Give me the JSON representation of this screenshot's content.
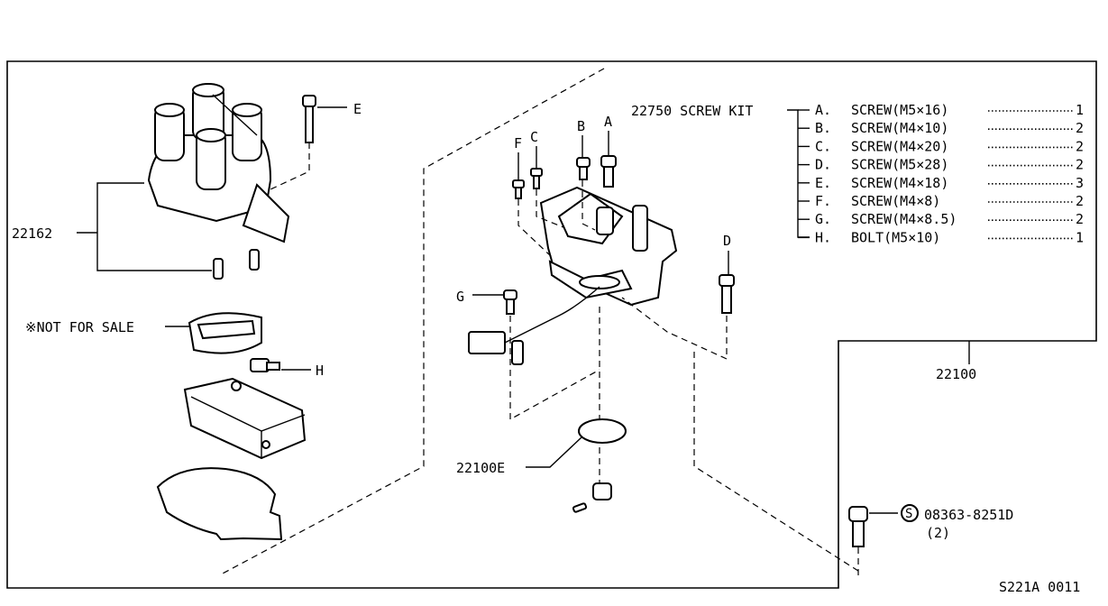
{
  "labels": {
    "part_22162": "22162",
    "part_22100": "22100",
    "part_22100E": "22100E",
    "screw_kit": "22750 SCREW KIT",
    "not_for_sale": "※NOT FOR SALE",
    "std_part_no": "08363-8251D",
    "std_part_qty": "(2)",
    "std_symbol": "S",
    "diagram_code": "S221A 0011"
  },
  "callouts": {
    "A": "A",
    "B": "B",
    "C": "C",
    "D": "D",
    "E": "E",
    "F": "F",
    "G": "G",
    "H": "H"
  },
  "kit_items": [
    {
      "letter": "A.",
      "desc": "SCREW(M5×16)",
      "qty": "1"
    },
    {
      "letter": "B.",
      "desc": "SCREW(M4×10)",
      "qty": "2"
    },
    {
      "letter": "C.",
      "desc": "SCREW(M4×20)",
      "qty": "2"
    },
    {
      "letter": "D.",
      "desc": "SCREW(M5×28)",
      "qty": "2"
    },
    {
      "letter": "E.",
      "desc": "SCREW(M4×18)",
      "qty": "3"
    },
    {
      "letter": "F.",
      "desc": "SCREW(M4×8)",
      "qty": "2"
    },
    {
      "letter": "G.",
      "desc": "SCREW(M4×8.5)",
      "qty": "2"
    },
    {
      "letter": "H.",
      "desc": "BOLT(M5×10)",
      "qty": "1"
    }
  ]
}
